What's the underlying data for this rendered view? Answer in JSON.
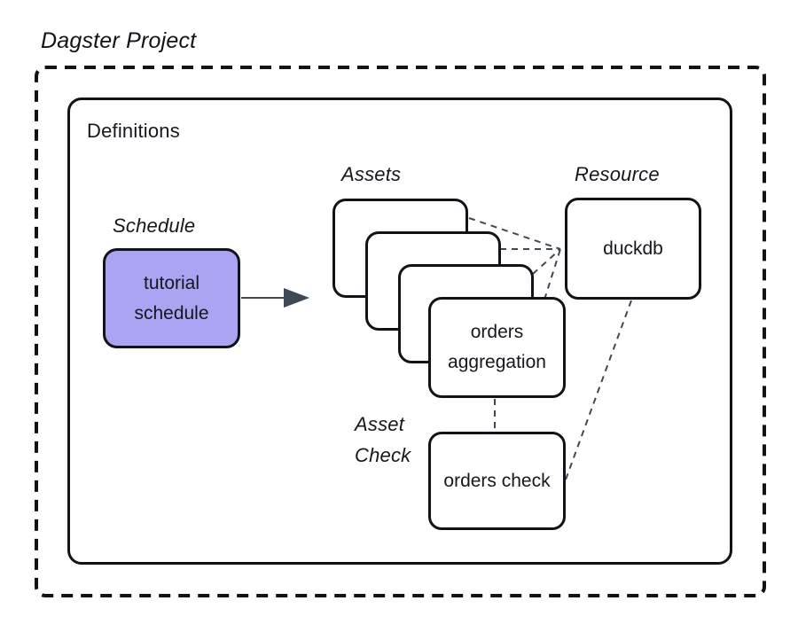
{
  "diagram": {
    "title": "Dagster Project",
    "definitions_label": "Definitions",
    "schedule": {
      "label": "Schedule",
      "node": "tutorial schedule"
    },
    "assets": {
      "label": "Assets",
      "front_node": "orders aggregation",
      "empty_stack_count": 3
    },
    "resource": {
      "label": "Resource",
      "node": "duckdb"
    },
    "asset_check": {
      "label": "Asset Check",
      "node": "orders check"
    }
  },
  "colors": {
    "background": "#ffffff",
    "node_border": "#101317",
    "schedule_node_fill": "#aaa4f2",
    "connector": "#3f4855",
    "text": "#14171c"
  }
}
